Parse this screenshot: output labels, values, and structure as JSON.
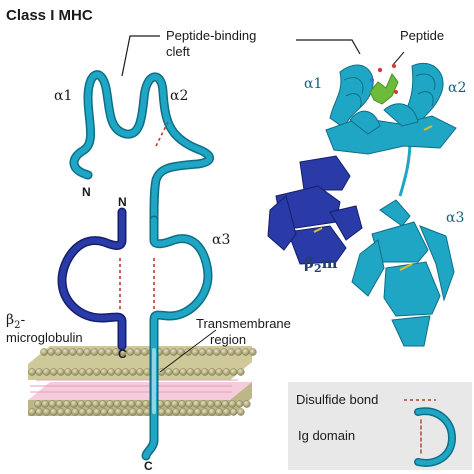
{
  "title": "Class I MHC",
  "labels": {
    "peptide_binding_cleft_line1": "Peptide-binding",
    "peptide_binding_cleft_line2": "cleft",
    "peptide": "Peptide",
    "alpha1_left": "α1",
    "alpha2_left": "α2",
    "alpha3_left": "α3",
    "alpha1_right": "α1",
    "alpha2_right": "α2",
    "alpha3_right": "α3",
    "n_terminus_alpha": "N",
    "n_terminus_beta": "N",
    "c_terminus_beta": "C",
    "c_terminus_alpha": "C",
    "beta2_line1": "β",
    "beta2_sub": "2",
    "beta2_line1_end": "-",
    "beta2_line2": "microglobulin",
    "b2m_beta": "β",
    "b2m_sub": "2",
    "b2m_m": "m",
    "transmembrane_line1": "Transmembrane",
    "transmembrane_line2": "region"
  },
  "legend": {
    "disulfide": "Disulfide bond",
    "ig_domain": "Ig domain"
  },
  "colors": {
    "alpha_chain": "#1fa6c4",
    "alpha_chain_dark": "#0e6e86",
    "beta2m": "#2a3aa6",
    "beta2m_dark": "#141f6c",
    "disulfide": "#c0392b",
    "membrane_head": "#a8a276",
    "membrane_tail": "#efb7cf",
    "peptide": "#6dbb3a",
    "legend_bg": "#eaeaea"
  }
}
